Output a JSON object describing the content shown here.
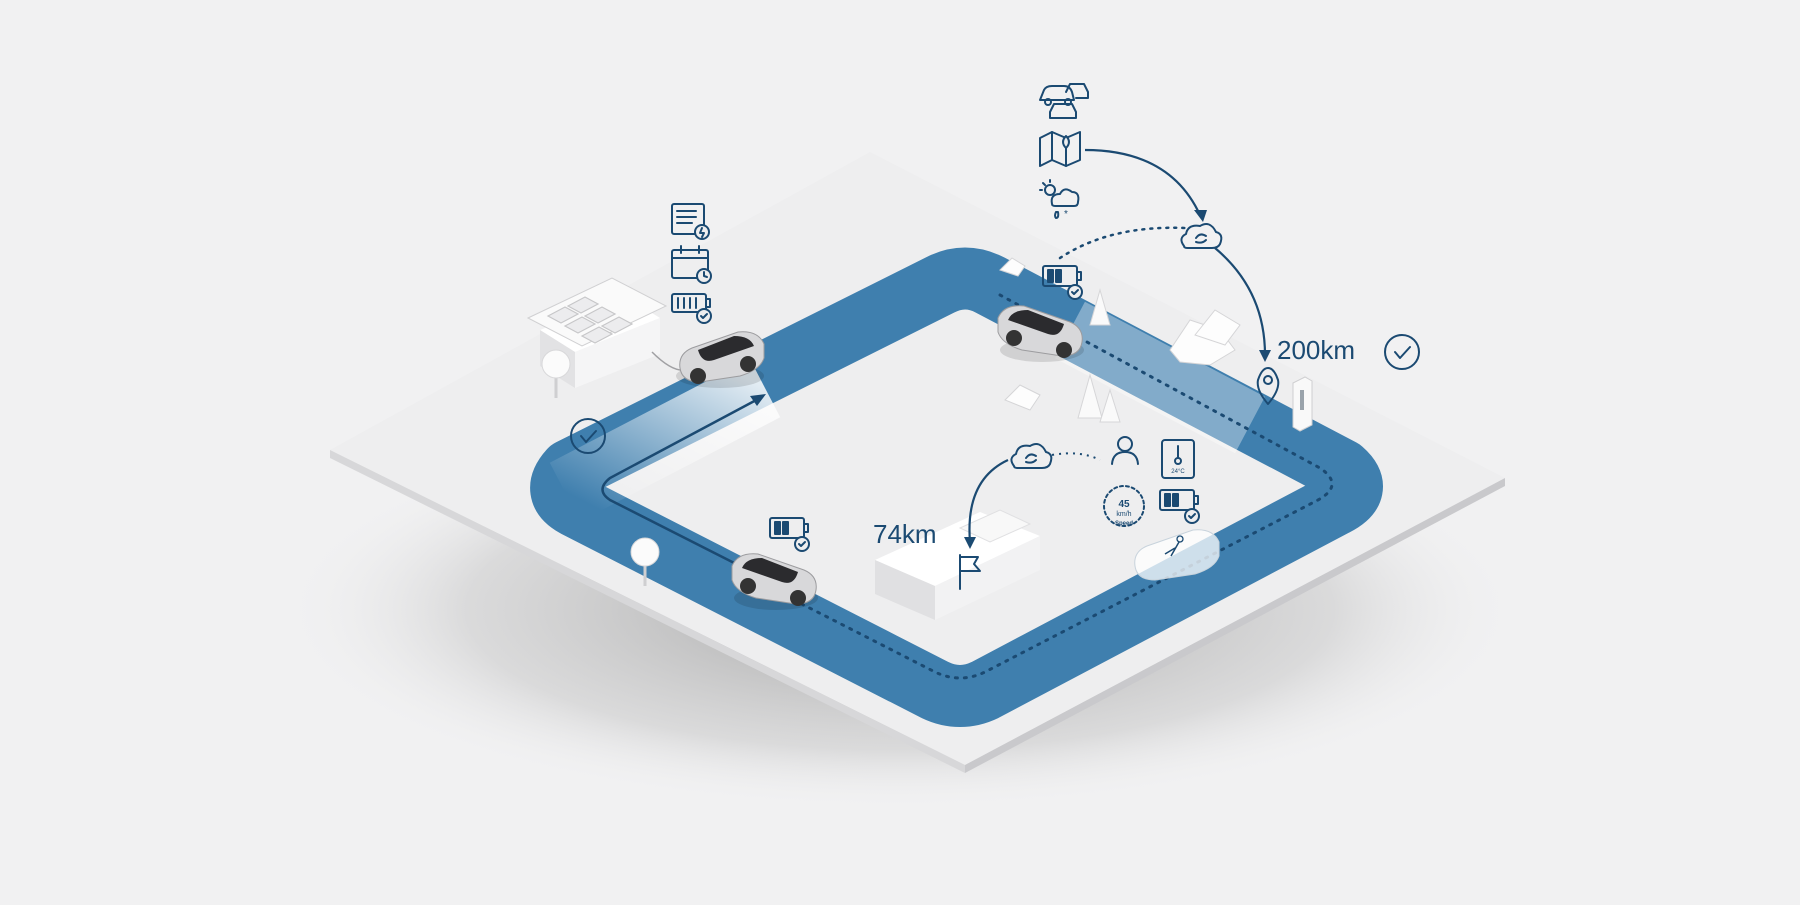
{
  "labels": {
    "range_destination": "200km",
    "range_midpoint": "74km",
    "speed_value": "45",
    "speed_unit": "km/h",
    "speed_caption": "Speed",
    "temperature": "24°C"
  },
  "colors": {
    "road": "#3f7fae",
    "road_light": "#8fb6d3",
    "icon_stroke": "#1b4a72",
    "board": "#eeeeef",
    "background": "#f1f1f2"
  },
  "icons": {
    "home_cluster": [
      "battery-storage-icon",
      "calendar-clock-icon",
      "battery-check-icon"
    ],
    "cloud_cluster": [
      "traffic-cars-icon",
      "map-pin-icon",
      "weather-icon"
    ],
    "car_cluster": [
      "driver-icon",
      "thermometer-icon",
      "speedometer-icon",
      "battery-check-icon"
    ],
    "misc": [
      "cloud-sync-icon",
      "location-pin-icon",
      "finish-flag-icon",
      "check-circle-icon"
    ]
  }
}
